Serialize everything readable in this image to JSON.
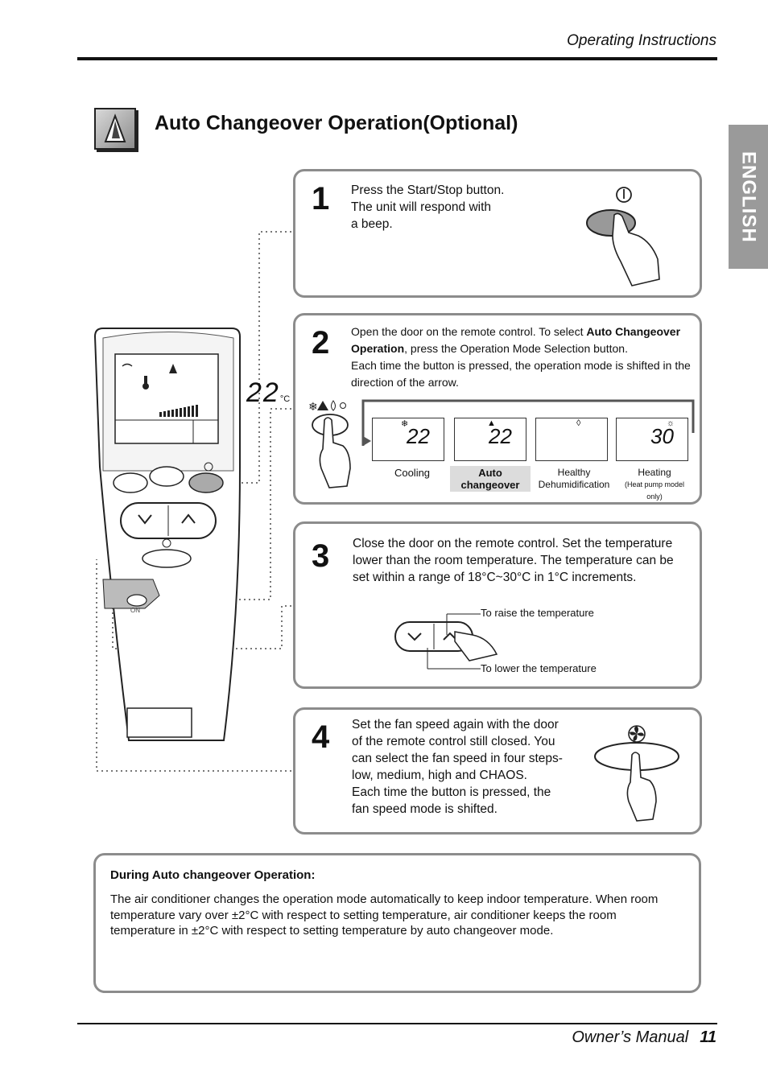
{
  "header": {
    "section": "Operating Instructions"
  },
  "side_tab": {
    "label": "ENGLISH"
  },
  "title": {
    "text": "Auto Changeover Operation(Optional)",
    "icon": "auto-mode-icon"
  },
  "steps": [
    {
      "number": "1",
      "lines": [
        "Press the Start/Stop button.",
        "The unit will respond with",
        "a beep."
      ],
      "icon": "power-icon"
    },
    {
      "number": "2",
      "line1_pre": "Open the door on the remote control. To select ",
      "line1_bold": "Auto Changeover",
      "line2_bold": "Operation",
      "line2_post": ", press the Operation Mode Selection button.",
      "line3": "Each time the button is pressed, the operation mode is shifted in the",
      "line4": "direction of the arrow.",
      "modes": [
        {
          "label": "Cooling",
          "sub": "",
          "temp": "22",
          "icon": "snowflake-icon"
        },
        {
          "label": "Auto",
          "sub": "changeover",
          "temp": "22",
          "icon": "auto-mode-icon"
        },
        {
          "label": "Healthy",
          "sub": "Dehumidification",
          "temp": "",
          "icon": "droplet-icon"
        },
        {
          "label": "Heating",
          "sub": "(Heat pump model only)",
          "temp": "30",
          "icon": "sun-icon"
        }
      ]
    },
    {
      "number": "3",
      "lines": [
        "Close the door on the remote control. Set the temperature",
        "lower than the room temperature. The temperature can be",
        "set within a range of 18°C~30°C in 1°C increments."
      ],
      "raise_label": "To raise the temperature",
      "lower_label": "To lower the temperature"
    },
    {
      "number": "4",
      "lines": [
        "Set the fan speed again with the door",
        "of the remote control still closed. You",
        "can select the fan speed in four steps-",
        "low, medium, high and CHAOS.",
        "Each time the button is pressed, the",
        "fan speed mode is shifted."
      ],
      "icon": "fan-icon"
    }
  ],
  "remote": {
    "temp": "22",
    "unit": "°C",
    "door_label": "ON"
  },
  "note": {
    "heading": "During Auto changeover Operation:",
    "lines": [
      "The air conditioner changes the operation mode automatically to keep indoor temperature. When room",
      "temperature vary over ±2°C with respect to setting temperature, air conditioner keeps the room",
      "temperature in ±2°C with respect to setting temperature by auto changeover mode."
    ]
  },
  "footer": {
    "manual": "Owner’s Manual",
    "page": "11"
  }
}
